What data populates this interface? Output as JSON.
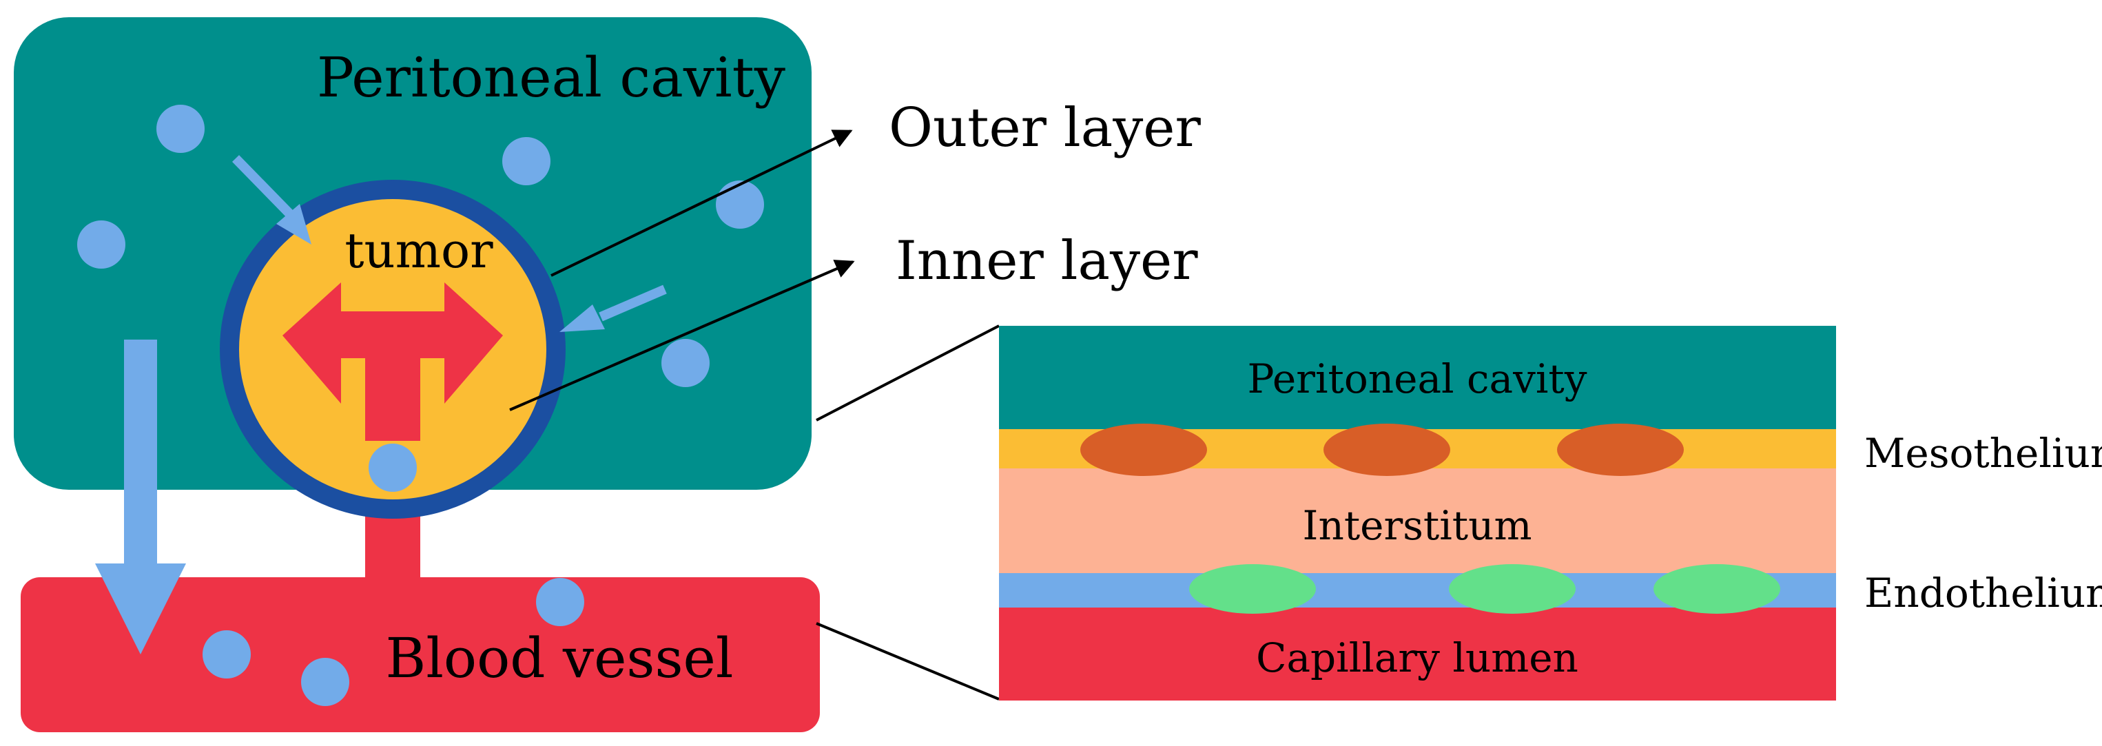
{
  "labels": {
    "peritoneal_cavity": "Peritoneal cavity",
    "tumor": "tumor",
    "blood_vessel": "Blood vessel",
    "outer_layer": "Outer layer",
    "inner_layer": "Inner layer"
  },
  "layers": {
    "peritoneal_cavity": "Peritoneal cavity",
    "interstitum": "Interstitum",
    "capillary_lumen": "Capillary lumen",
    "mesothelium": "Mesothelium",
    "endothelium": "Endothelium"
  },
  "colors": {
    "cavity_teal": "#008f8c",
    "vessel_red": "#ee3346",
    "tumor_yellow": "#fbbd34",
    "tumor_border_blue": "#1b4fa1",
    "particle_blue": "#72abe9",
    "mesothelium_cell": "#d85e27",
    "interstitum_peach": "#fdb294",
    "endothelium_cell": "#63e08a",
    "line_black": "#000000"
  }
}
